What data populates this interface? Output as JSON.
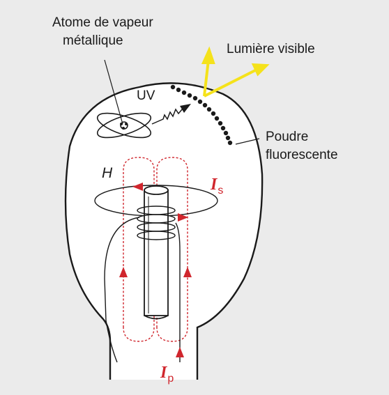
{
  "labels": {
    "atom_line1": "Atome de vapeur",
    "atom_line2": "métallique",
    "visible_light": "Lumière visible",
    "uv": "UV",
    "powder_line1": "Poudre",
    "powder_line2": "fluorescente",
    "field": "H",
    "secondary_current": "I",
    "secondary_sub": "s",
    "primary_current": "I",
    "primary_sub": "p"
  },
  "colors": {
    "background": "#ebebeb",
    "bulb_fill": "#ffffff",
    "stroke": "#1a1a1a",
    "current": "#d0262d",
    "light_rays": "#f5e21b"
  }
}
